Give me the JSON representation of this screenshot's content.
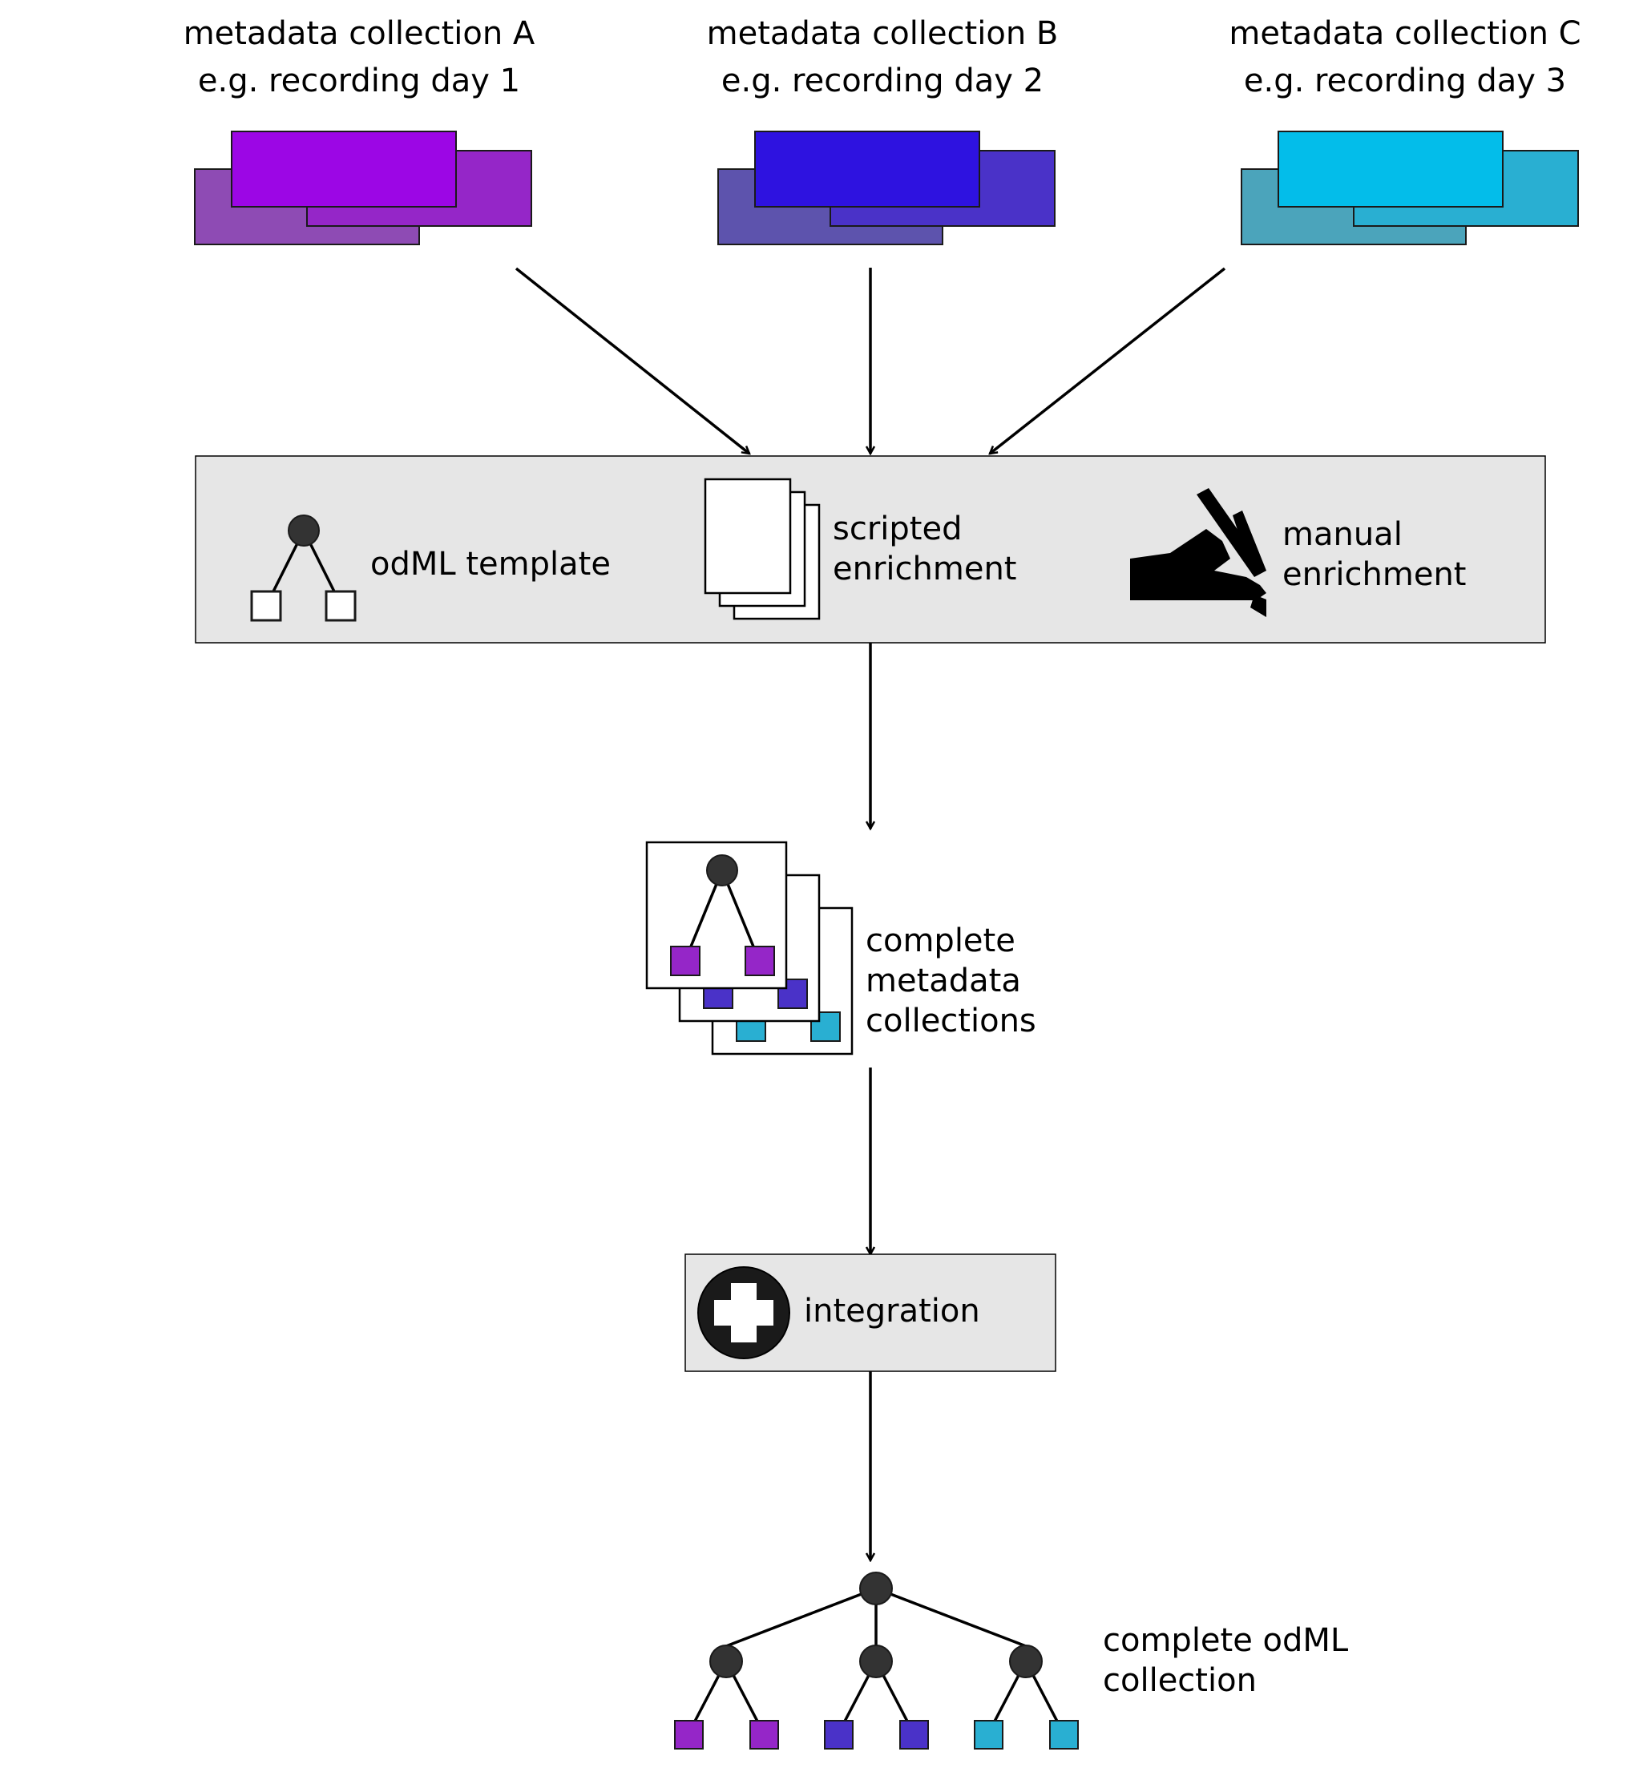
{
  "collections": [
    {
      "title": "metadata collection A",
      "subtitle": "e.g. recording day 1",
      "colors": {
        "back": "#8e4bb4",
        "mid": "#9526c8",
        "front": "#9c06e5"
      }
    },
    {
      "title": "metadata collection B",
      "subtitle": "e.g. recording day 2",
      "colors": {
        "back": "#5d53ad",
        "mid": "#4a32c8",
        "front": "#2e12e0"
      }
    },
    {
      "title": "metadata collection C",
      "subtitle": "e.g. recording day 3",
      "colors": {
        "back": "#4ba4bb",
        "mid": "#29afd2",
        "front": "#03bdea"
      }
    }
  ],
  "enrichment_panel": {
    "template_label": "odML template",
    "scripted_label": [
      "scripted",
      "enrichment"
    ],
    "manual_label": [
      "manual",
      "enrichment"
    ]
  },
  "complete_collections_label": [
    "complete",
    "metadata",
    "collections"
  ],
  "integration_label": "integration",
  "final_label": [
    "complete odML",
    "collection"
  ],
  "colors": {
    "panel_bg": "#e6e6e6",
    "node": "#333333",
    "purple": "#9526c8",
    "indigo": "#4a32c8",
    "cyan": "#29afd2"
  },
  "icons": [
    "tree-icon",
    "document-stack-icon",
    "hand-pen-icon",
    "plus-circle-icon"
  ]
}
